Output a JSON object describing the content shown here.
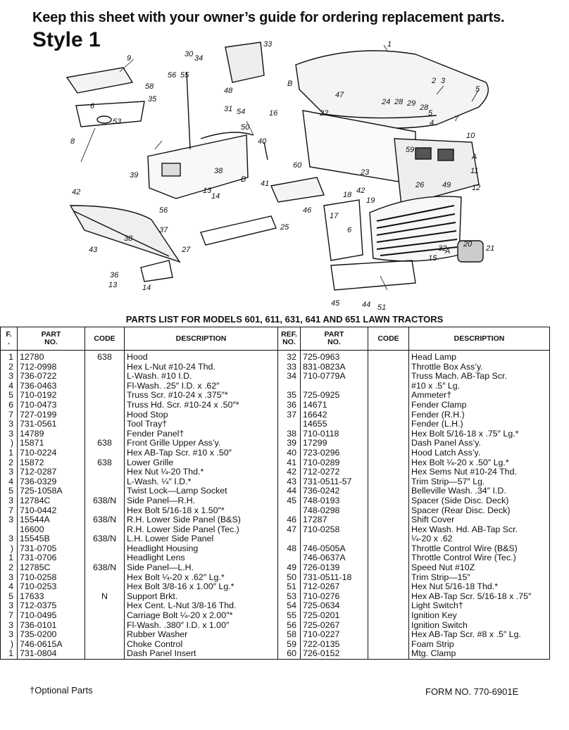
{
  "header": {
    "instruction": "Keep this sheet with your owner’s guide for ordering replacement parts.",
    "style_title": "Style 1"
  },
  "diagram": {
    "callouts": [
      "1",
      "2",
      "3",
      "4",
      "5",
      "5",
      "6",
      "6",
      "7",
      "8",
      "9",
      "10",
      "11",
      "12",
      "13",
      "13",
      "14",
      "14",
      "15",
      "16",
      "17",
      "18",
      "19",
      "20",
      "21",
      "22",
      "23",
      "24",
      "25",
      "26",
      "27",
      "28",
      "28",
      "29",
      "30",
      "31",
      "32",
      "33",
      "34",
      "35",
      "36",
      "37",
      "38",
      "38",
      "39",
      "40",
      "41",
      "42",
      "42",
      "43",
      "44",
      "45",
      "46",
      "47",
      "48",
      "49",
      "50",
      "51",
      "53",
      "54",
      "55",
      "56",
      "56",
      "58",
      "59",
      "60",
      "B",
      "B",
      "A",
      "A"
    ]
  },
  "parts_list": {
    "title": "PARTS LIST FOR MODELS 601, 611, 631, 641 AND 651 LAWN TRACTORS",
    "headers": {
      "ref": "F.\n.",
      "part": "PART\nNO.",
      "code": "CODE",
      "desc": "DESCRIPTION",
      "ref2": "REF.\nNO.",
      "part2": "PART\nNO.",
      "code2": "CODE",
      "desc2": "DESCRIPTION"
    },
    "left_rows": [
      {
        "ref": "1",
        "part": "12780",
        "code": "638",
        "desc": "Hood"
      },
      {
        "ref": "2",
        "part": "712-0998",
        "code": "",
        "desc": "Hex L-Nut #10-24 Thd."
      },
      {
        "ref": "3",
        "part": "736-0722",
        "code": "",
        "desc": "L-Wash. #10 I.D."
      },
      {
        "ref": "4",
        "part": "736-0463",
        "code": "",
        "desc": "Fl-Wash. .25″ I.D. x .62″"
      },
      {
        "ref": "5",
        "part": "710-0192",
        "code": "",
        "desc": "Truss Scr. #10-24 x .375″*"
      },
      {
        "ref": "6",
        "part": "710-0473",
        "code": "",
        "desc": "Truss Hd. Scr. #10-24 x .50″*"
      },
      {
        "ref": "7",
        "part": "727-0199",
        "code": "",
        "desc": "Hood Stop"
      },
      {
        "ref": "3",
        "part": "731-0561",
        "code": "",
        "desc": "Tool Tray†"
      },
      {
        "ref": "3",
        "part": "14789",
        "code": "",
        "desc": "Fender Panel†"
      },
      {
        "ref": ")",
        "part": "15871",
        "code": "638",
        "desc": "Front Grille Upper Ass’y."
      },
      {
        "ref": "1",
        "part": "710-0224",
        "code": "",
        "desc": "Hex AB-Tap Scr. #10 x .50″"
      },
      {
        "ref": "2",
        "part": "15872",
        "code": "638",
        "desc": "Lower Grille"
      },
      {
        "ref": "3",
        "part": "712-0287",
        "code": "",
        "desc": "Hex Nut ¼-20 Thd.*"
      },
      {
        "ref": "4",
        "part": "736-0329",
        "code": "",
        "desc": "L-Wash. ¼″ I.D.*"
      },
      {
        "ref": "5",
        "part": "725-1058A",
        "code": "",
        "desc": "Twist Lock—Lamp Socket"
      },
      {
        "ref": "3",
        "part": "12784C",
        "code": "638/N",
        "desc": "Side Panel—R.H."
      },
      {
        "ref": "7",
        "part": "710-0442",
        "code": "",
        "desc": "Hex Bolt 5/16-18 x 1.50″*"
      },
      {
        "ref": "3",
        "part": "15544A",
        "code": "638/N",
        "desc": "R.H. Lower Side Panel (B&S)"
      },
      {
        "ref": "",
        "part": "16600",
        "code": "",
        "desc": "R.H. Lower Side Panel (Tec.)"
      },
      {
        "ref": "3",
        "part": "15545B",
        "code": "638/N",
        "desc": "L.H. Lower Side Panel"
      },
      {
        "ref": ")",
        "part": "731-0705",
        "code": "",
        "desc": "Headlight Housing"
      },
      {
        "ref": "1",
        "part": "731-0706",
        "code": "",
        "desc": "Headlight Lens"
      },
      {
        "ref": "2",
        "part": "12785C",
        "code": "638/N",
        "desc": "Side Panel—L.H."
      },
      {
        "ref": "3",
        "part": "710-0258",
        "code": "",
        "desc": "Hex Bolt ¼-20 x .62″ Lg.*"
      },
      {
        "ref": "4",
        "part": "710-0253",
        "code": "",
        "desc": "Hex Bolt 3/8-16 x 1.00″ Lg.*"
      },
      {
        "ref": "5",
        "part": "17633",
        "code": "N",
        "desc": "Support Brkt."
      },
      {
        "ref": "3",
        "part": "712-0375",
        "code": "",
        "desc": "Hex Cent. L-Nut 3/8-16 Thd."
      },
      {
        "ref": "7",
        "part": "710-0495",
        "code": "",
        "desc": "Carriage Bolt ¼-20 x 2.00″*"
      },
      {
        "ref": "3",
        "part": "736-0101",
        "code": "",
        "desc": "Fl-Wash. .380″ I.D. x 1.00″"
      },
      {
        "ref": "3",
        "part": "735-0200",
        "code": "",
        "desc": "Rubber Washer"
      },
      {
        "ref": ")",
        "part": "746-0615A",
        "code": "",
        "desc": "Choke Control"
      },
      {
        "ref": "1",
        "part": "731-0804",
        "code": "",
        "desc": "Dash Panel Insert"
      }
    ],
    "right_rows": [
      {
        "ref": "32",
        "part": "725-0963",
        "code": "",
        "desc": "Head Lamp"
      },
      {
        "ref": "33",
        "part": "831-0823A",
        "code": "",
        "desc": "Throttle Box Ass’y."
      },
      {
        "ref": "34",
        "part": "710-0779A",
        "code": "",
        "desc": "Truss Mach. AB-Tap Scr."
      },
      {
        "ref": "",
        "part": "",
        "code": "",
        "desc": "#10 x .5″ Lg."
      },
      {
        "ref": "35",
        "part": "725-0925",
        "code": "",
        "desc": "Ammeter†"
      },
      {
        "ref": "36",
        "part": "14671",
        "code": "",
        "desc": "Fender Clamp"
      },
      {
        "ref": "37",
        "part": "16642",
        "code": "",
        "desc": "Fender (R.H.)"
      },
      {
        "ref": "",
        "part": "14655",
        "code": "",
        "desc": "Fender (L.H.)"
      },
      {
        "ref": "38",
        "part": "710-0118",
        "code": "",
        "desc": "Hex Bolt 5/16-18 x .75″ Lg.*"
      },
      {
        "ref": "39",
        "part": "17299",
        "code": "",
        "desc": "Dash Panel Ass’y."
      },
      {
        "ref": "40",
        "part": "723-0296",
        "code": "",
        "desc": "Hood Latch Ass’y."
      },
      {
        "ref": "41",
        "part": "710-0289",
        "code": "",
        "desc": "Hex Bolt ¼-20 x .50″ Lg.*"
      },
      {
        "ref": "42",
        "part": "712-0272",
        "code": "",
        "desc": "Hex Sems Nut #10-24 Thd."
      },
      {
        "ref": "43",
        "part": "731-0511-57",
        "code": "",
        "desc": "Trim Strip—57″ Lg."
      },
      {
        "ref": "44",
        "part": "736-0242",
        "code": "",
        "desc": "Belleville Wash. .34″ I.D."
      },
      {
        "ref": "45",
        "part": "748-0193",
        "code": "",
        "desc": "Spacer (Side Disc. Deck)"
      },
      {
        "ref": "",
        "part": "748-0298",
        "code": "",
        "desc": "Spacer (Rear Disc. Deck)"
      },
      {
        "ref": "46",
        "part": "17287",
        "code": "",
        "desc": "Shift Cover"
      },
      {
        "ref": "47",
        "part": "710-0258",
        "code": "",
        "desc": "Hex Wash. Hd. AB-Tap Scr."
      },
      {
        "ref": "",
        "part": "",
        "code": "",
        "desc": "¼-20 x .62"
      },
      {
        "ref": "48",
        "part": "746-0505A",
        "code": "",
        "desc": "Throttle Control Wire (B&S)"
      },
      {
        "ref": "",
        "part": "746-0637A",
        "code": "",
        "desc": "Throttle Control Wire (Tec.)"
      },
      {
        "ref": "49",
        "part": "726-0139",
        "code": "",
        "desc": "Speed Nut #10Z"
      },
      {
        "ref": "50",
        "part": "731-0511-18",
        "code": "",
        "desc": "Trim Strip—15″"
      },
      {
        "ref": "51",
        "part": "712-0267",
        "code": "",
        "desc": "Hex Nut 5/16-18 Thd.*"
      },
      {
        "ref": "53",
        "part": "710-0276",
        "code": "",
        "desc": "Hex AB-Tap Scr. 5/16-18 x .75″"
      },
      {
        "ref": "54",
        "part": "725-0634",
        "code": "",
        "desc": "Light Switch†"
      },
      {
        "ref": "55",
        "part": "725-0201",
        "code": "",
        "desc": "Ignition Key"
      },
      {
        "ref": "56",
        "part": "725-0267",
        "code": "",
        "desc": "Ignition Switch"
      },
      {
        "ref": "58",
        "part": "710-0227",
        "code": "",
        "desc": "Hex AB-Tap Scr. #8 x .5″ Lg."
      },
      {
        "ref": "59",
        "part": "722-0135",
        "code": "",
        "desc": "Foam Strip"
      },
      {
        "ref": "60",
        "part": "726-0152",
        "code": "",
        "desc": "Mtg. Clamp"
      }
    ]
  },
  "footer": {
    "note": "†Optional Parts",
    "form_number": "FORM NO. 770-6901E"
  }
}
